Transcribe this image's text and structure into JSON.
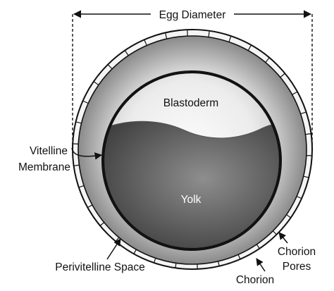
{
  "labels": {
    "egg_diameter": "Egg Diameter",
    "blastoderm": "Blastoderm",
    "yolk": "Yolk",
    "vitelline_line1": "Vitelline",
    "vitelline_line2": "Membrane",
    "perivitelline_space": "Perivitelline Space",
    "chorion": "Chorion",
    "chorion_pores_line1": "Chorion",
    "chorion_pores_line2": "Pores"
  },
  "colors": {
    "outline": "#111111",
    "chorion_band": "#f4f4f4",
    "perivitelline_edge": "#8a8a8a",
    "perivitelline_center": "#d2d2d2",
    "blastoderm_center": "#fbfbfb",
    "blastoderm_edge": "#b9b9b9",
    "yolk_center": "#8e8e8e",
    "yolk_edge": "#3e3e3e"
  }
}
